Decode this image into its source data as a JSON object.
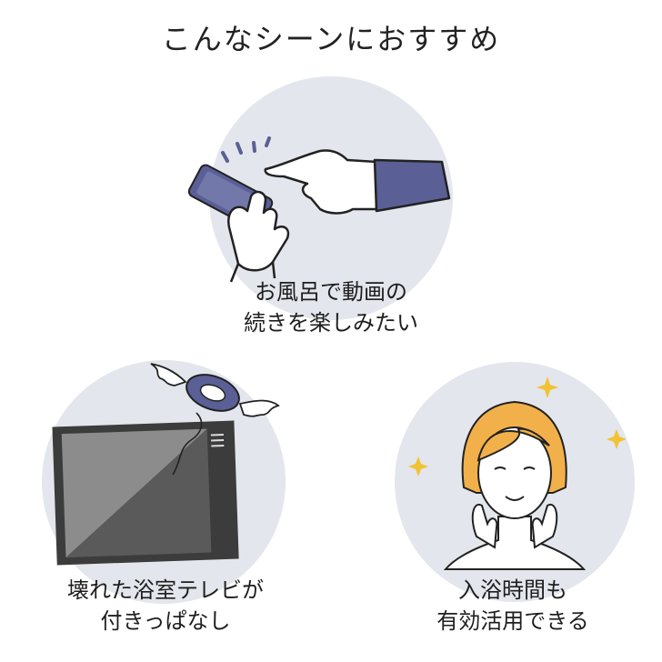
{
  "title": "こんなシーンにおすすめ",
  "scenes": [
    {
      "icon": "phone-hand-icon",
      "caption_line1": "お風呂で動画の",
      "caption_line2": "続きを楽しみたい"
    },
    {
      "icon": "broken-tv-icon",
      "caption_line1": "壊れた浴室テレビが",
      "caption_line2": "付きっぱなし"
    },
    {
      "icon": "smiling-woman-icon",
      "caption_line1": "入浴時間も",
      "caption_line2": "有効活用できる"
    }
  ],
  "colors": {
    "circle": "#e3e6ec",
    "navy": "#5a5f96",
    "screen": "#8c8c8c",
    "frame": "#3c3c3c",
    "hair": "#f2b04a",
    "sparkle": "#f1c232"
  }
}
